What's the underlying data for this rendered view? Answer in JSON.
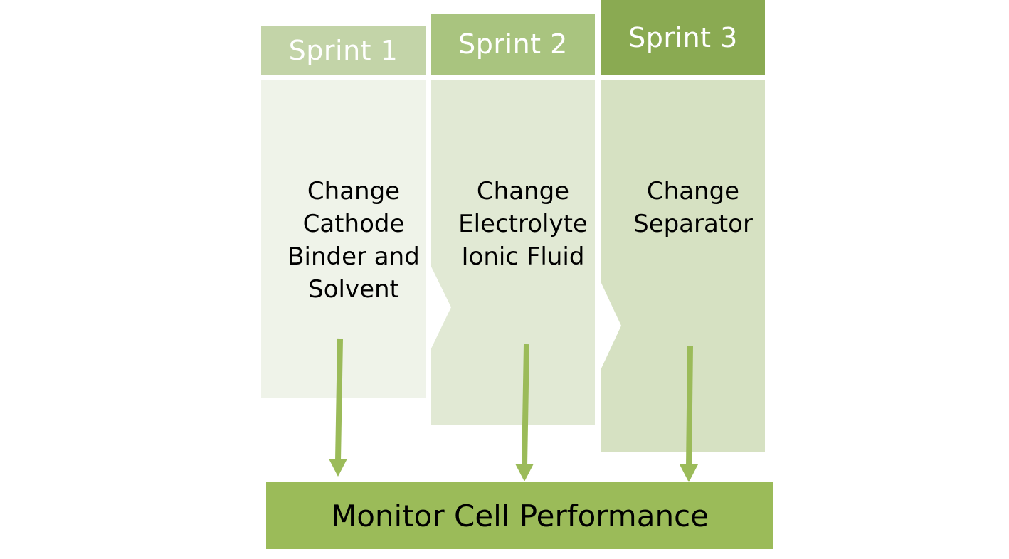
{
  "colors": {
    "sprint1_header": "#c3d4a8",
    "sprint2_header": "#a9c47f",
    "sprint3_header": "#8aaa52",
    "sprint1_body": "#eff3e9",
    "sprint2_body": "#e1e9d4",
    "sprint3_body": "#d6e1c2",
    "arrow": "#9bbb59",
    "monitor": "#9bbb59"
  },
  "sprints": [
    {
      "label": "Sprint 1",
      "task": "Change\nCathode\nBinder and\nSolvent"
    },
    {
      "label": "Sprint 2",
      "task": "Change\nElectrolyte\nIonic Fluid"
    },
    {
      "label": "Sprint 3",
      "task": "Change\nSeparator"
    }
  ],
  "monitor": {
    "label": "Monitor Cell Performance"
  }
}
